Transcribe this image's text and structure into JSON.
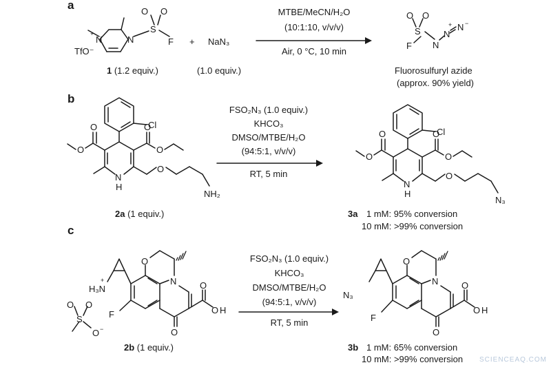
{
  "panels": {
    "a": "a",
    "b": "b",
    "c": "c"
  },
  "a": {
    "reagent_counterion": "TfO⁻",
    "compound_num": "1",
    "compound_equiv": " (1.2 equiv.)",
    "plus": "+",
    "sodium_azide": "NaN₃",
    "azide_equiv": "(1.0 equiv.)",
    "conditions": [
      "MTBE/MeCN/H₂O",
      "(10:1:10, v/v/v)",
      "Air, 0 °C, 10 min"
    ],
    "product_name": "Fluorosulfuryl azide",
    "product_yield": "(approx. 90% yield)"
  },
  "b": {
    "conditions": [
      "FSO₂N₃ (1.0 equiv.)",
      "KHCO₃",
      "DMSO/MTBE/H₂O",
      "(94:5:1, v/v/v)",
      "RT, 5 min"
    ],
    "sm_num": "2a",
    "sm_equiv": " (1 equiv.)",
    "product_num": "3a",
    "results": [
      {
        "conc": "1 mM:",
        "value": "95% conversion"
      },
      {
        "conc": "10 mM:",
        "value": ">99% conversion"
      }
    ]
  },
  "c": {
    "conditions": [
      "FSO₂N₃ (1.0 equiv.)",
      "KHCO₃",
      "DMSO/MTBE/H₂O",
      "(94:5:1, v/v/v)",
      "RT, 5 min"
    ],
    "sm_num": "2b",
    "sm_equiv": " (1 equiv.)",
    "product_num": "3b",
    "results": [
      {
        "conc": "1 mM:",
        "value": "65% conversion"
      },
      {
        "conc": "10 mM:",
        "value": ">99% conversion"
      }
    ]
  },
  "atoms": {
    "N": "N",
    "S": "S",
    "F": "F",
    "O": "O",
    "H": "H",
    "Cl": "Cl",
    "NH2": "NH₂",
    "N3": "N₃",
    "H3N": "H₃N",
    "plus_sign": "+",
    "minus_sign": "−"
  },
  "watermark": "SCIENCEAQ.COM"
}
